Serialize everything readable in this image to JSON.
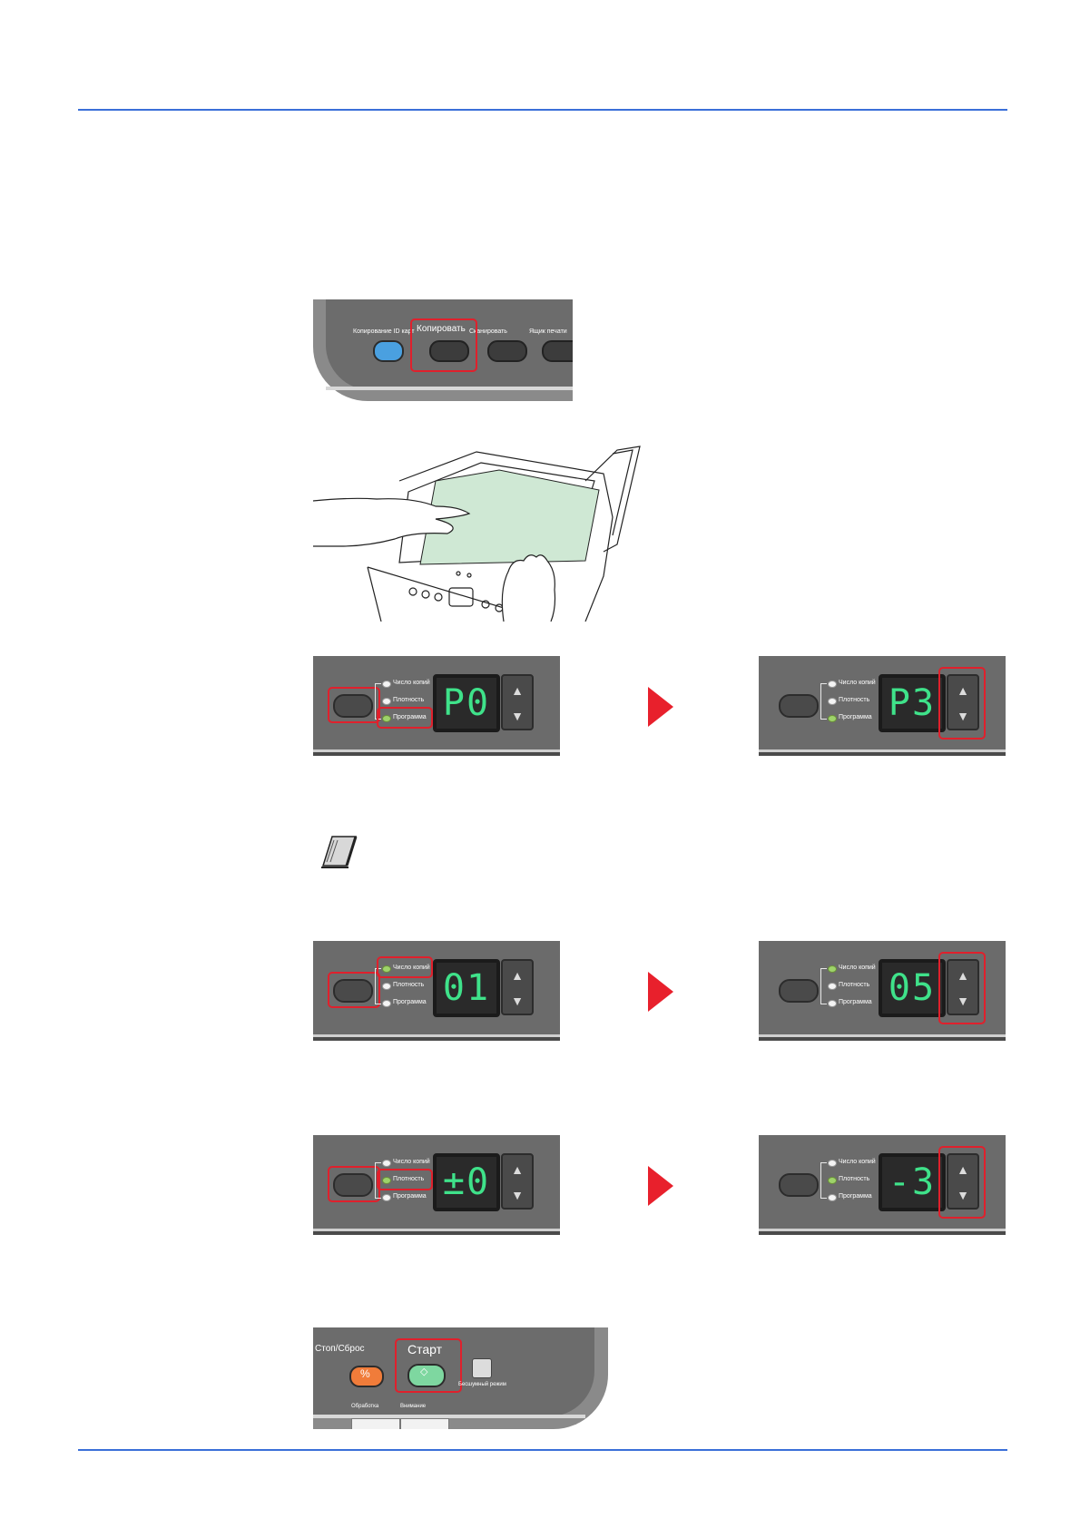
{
  "top_panel": {
    "btn1_label": "Копирование ID карт",
    "btn2_label": "Копировать",
    "btn3_label": "Сканировать",
    "btn4_label": "Ящик печати"
  },
  "display_panels": {
    "label_copies": "Число копий",
    "label_density": "Плотность",
    "label_program": "Программа",
    "row1_before": "P0",
    "row1_after": "P3",
    "row2_before": "01",
    "row2_after": "05",
    "row3_before": "±0",
    "row3_after": "-3",
    "up_glyph": "▲",
    "down_glyph": "▼"
  },
  "start_panel": {
    "stop_label": "Стоп/Сброс",
    "start_label": "Старт",
    "quiet_label": "Бесшумный режим",
    "processing_label": "Обработка",
    "attention_label": "Внимание"
  },
  "colors": {
    "accent_rule": "#3a6fd8",
    "highlight": "#e0202c",
    "led_display": "#3fe28a",
    "paper": "#cfe8d4"
  }
}
